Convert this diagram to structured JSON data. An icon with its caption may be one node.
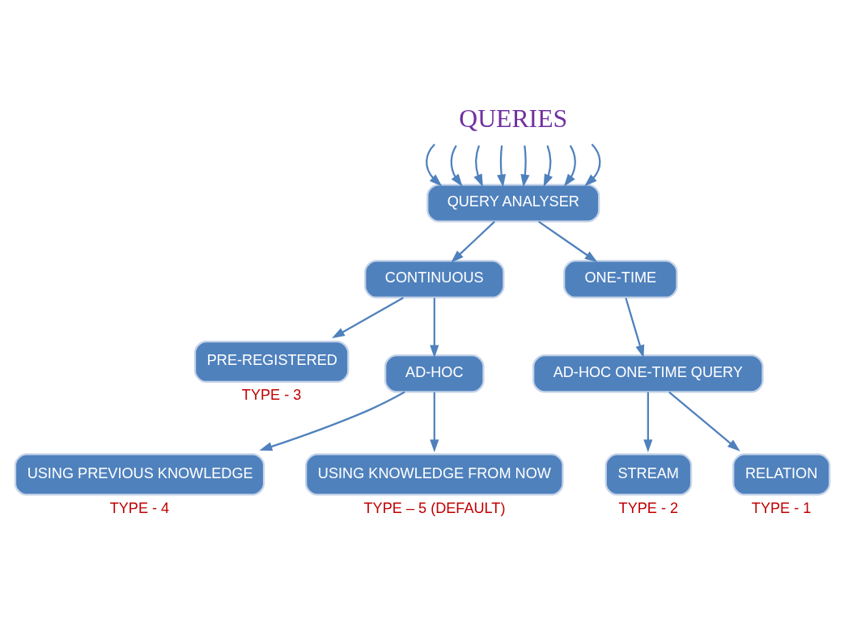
{
  "diagram": {
    "nodes": [
      {
        "text": [
          "QUERIES"
        ]
      },
      {
        "text": [
          "QUERY ANALYSER"
        ]
      },
      {
        "text": [
          "CONTINUOUS"
        ]
      },
      {
        "text": [
          "ONE-TIME"
        ]
      },
      {
        "text": [
          "PRE-REGISTERED"
        ],
        "beside": [
          "TYPE - 3"
        ]
      },
      {
        "text": [
          "AD-HOC"
        ]
      },
      {
        "text": [
          "AD-HOC ONE-TIME QUERY"
        ]
      },
      {
        "text": [
          "STREAM"
        ],
        "beside": [
          "TYPE - 2"
        ]
      },
      {
        "text": [
          "RELATION"
        ],
        "beside": [
          "TYPE - 1"
        ]
      },
      {
        "text": [
          "USING PREVIOUS KNOWLEDGE"
        ],
        "beside": [
          "TYPE - 4"
        ]
      },
      {
        "text": [
          "USING KNOWLEDGE FROM NOW"
        ],
        "beside": [
          "TYPE – 5 (DEFAULT)"
        ]
      }
    ],
    "edges": [
      {
        "from": 0,
        "to": 1,
        "arrow": "to"
      },
      {
        "from": 0,
        "to": 1,
        "arrow": "to"
      },
      {
        "from": 0,
        "to": 1,
        "arrow": "to"
      },
      {
        "from": 0,
        "to": 1,
        "arrow": "to"
      },
      {
        "from": 0,
        "to": 1,
        "arrow": "to"
      },
      {
        "from": 0,
        "to": 1,
        "arrow": "to"
      },
      {
        "from": 0,
        "to": 1,
        "arrow": "to"
      },
      {
        "from": 0,
        "to": 1,
        "arrow": "to"
      },
      {
        "from": 1,
        "to": 2,
        "arrow": "to"
      },
      {
        "from": 1,
        "to": 3,
        "arrow": "to"
      },
      {
        "from": 2,
        "to": 4,
        "arrow": "to"
      },
      {
        "from": 2,
        "to": 5,
        "arrow": "to"
      },
      {
        "from": 3,
        "to": 6,
        "arrow": "to"
      },
      {
        "from": 6,
        "to": 7,
        "arrow": "to"
      },
      {
        "from": 6,
        "to": 8,
        "arrow": "to"
      },
      {
        "from": 5,
        "to": 9,
        "arrow": "to"
      },
      {
        "from": 5,
        "to": 10,
        "arrow": "to"
      }
    ]
  }
}
